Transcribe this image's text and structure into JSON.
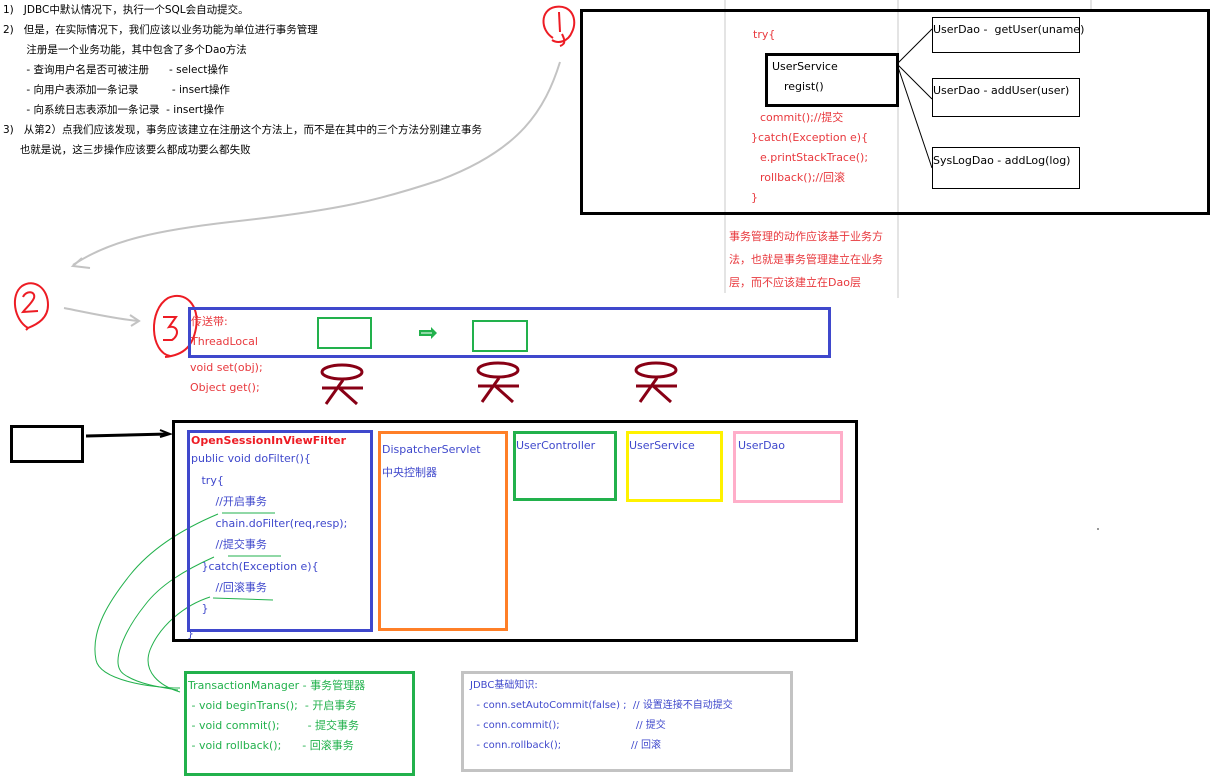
{
  "notes": {
    "lines": [
      "1)   JDBC中默认情况下，执行一个SQL会自动提交。",
      "2)   但是，在实际情况下，我们应该以业务功能为单位进行事务管理",
      "       注册是一个业务功能，其中包含了多个Dao方法",
      "       - 查询用户名是否可被注册      - select操作",
      "       - 向用户表添加一条记录          - insert操作",
      "       - 向系统日志表添加一条记录  - insert操作",
      "3)   从第2）点我们应该发现，事务应该建立在注册这个方法上，而不是在其中的三个方法分别建立事务",
      "     也就是说，这三步操作应该要么都成功要么都失败"
    ]
  },
  "markers": {
    "one": "1",
    "two": "2",
    "three": "3"
  },
  "section1": {
    "code_try": "try{",
    "service_name": "UserService",
    "service_method": "regist()",
    "code_lines": [
      "commit();//提交",
      "}catch(Exception e){",
      "e.printStackTrace();",
      "rollback();//回滚",
      "}"
    ],
    "dao_boxes": [
      "UserDao -  getUser(uname)",
      "UserDao - addUser(user)",
      "SysLogDao - addLog(log)"
    ],
    "explanation": [
      "事务管理的动作应该基于业务方",
      "法，也就是事务管理建立在业务",
      "层，而不应该建立在Dao层"
    ]
  },
  "threadlocal": {
    "lines": [
      "传送带:",
      "ThreadLocal"
    ],
    "methods": [
      "void set(obj);",
      "Object get();"
    ]
  },
  "filter": {
    "title": "OpenSessionInViewFilter",
    "lines": [
      "public void doFilter(){",
      "   try{",
      "       //开启事务",
      "       chain.doFilter(req,resp);",
      "       //提交事务",
      "   }catch(Exception e){",
      "       //回滚事务",
      "   }",
      "}"
    ]
  },
  "components": {
    "dispatcher": [
      "DispatcherServlet",
      "中央控制器"
    ],
    "controller": "UserController",
    "service": "UserService",
    "dao": "UserDao"
  },
  "transaction_manager": {
    "title": "TransactionManager - 事务管理器",
    "lines": [
      " - void beginTrans();  - 开启事务",
      " - void commit();        - 提交事务",
      " - void rollback();      - 回滚事务"
    ]
  },
  "jdbc_basics": {
    "title": "JDBC基础知识:",
    "lines": [
      "  - conn.setAutoCommit(false) ;  // 设置连接不自动提交",
      "  - conn.commit();                        // 提交",
      "  - conn.rollback();                      // 回滚"
    ]
  },
  "colors": {
    "red": "#e8383d",
    "blue": "#3f48cc",
    "green": "#22b14c",
    "orange": "#ff7f27",
    "yellow": "#fff200",
    "pink": "#ffaec9",
    "gray": "#c3c3c3",
    "maroon": "#880015"
  }
}
